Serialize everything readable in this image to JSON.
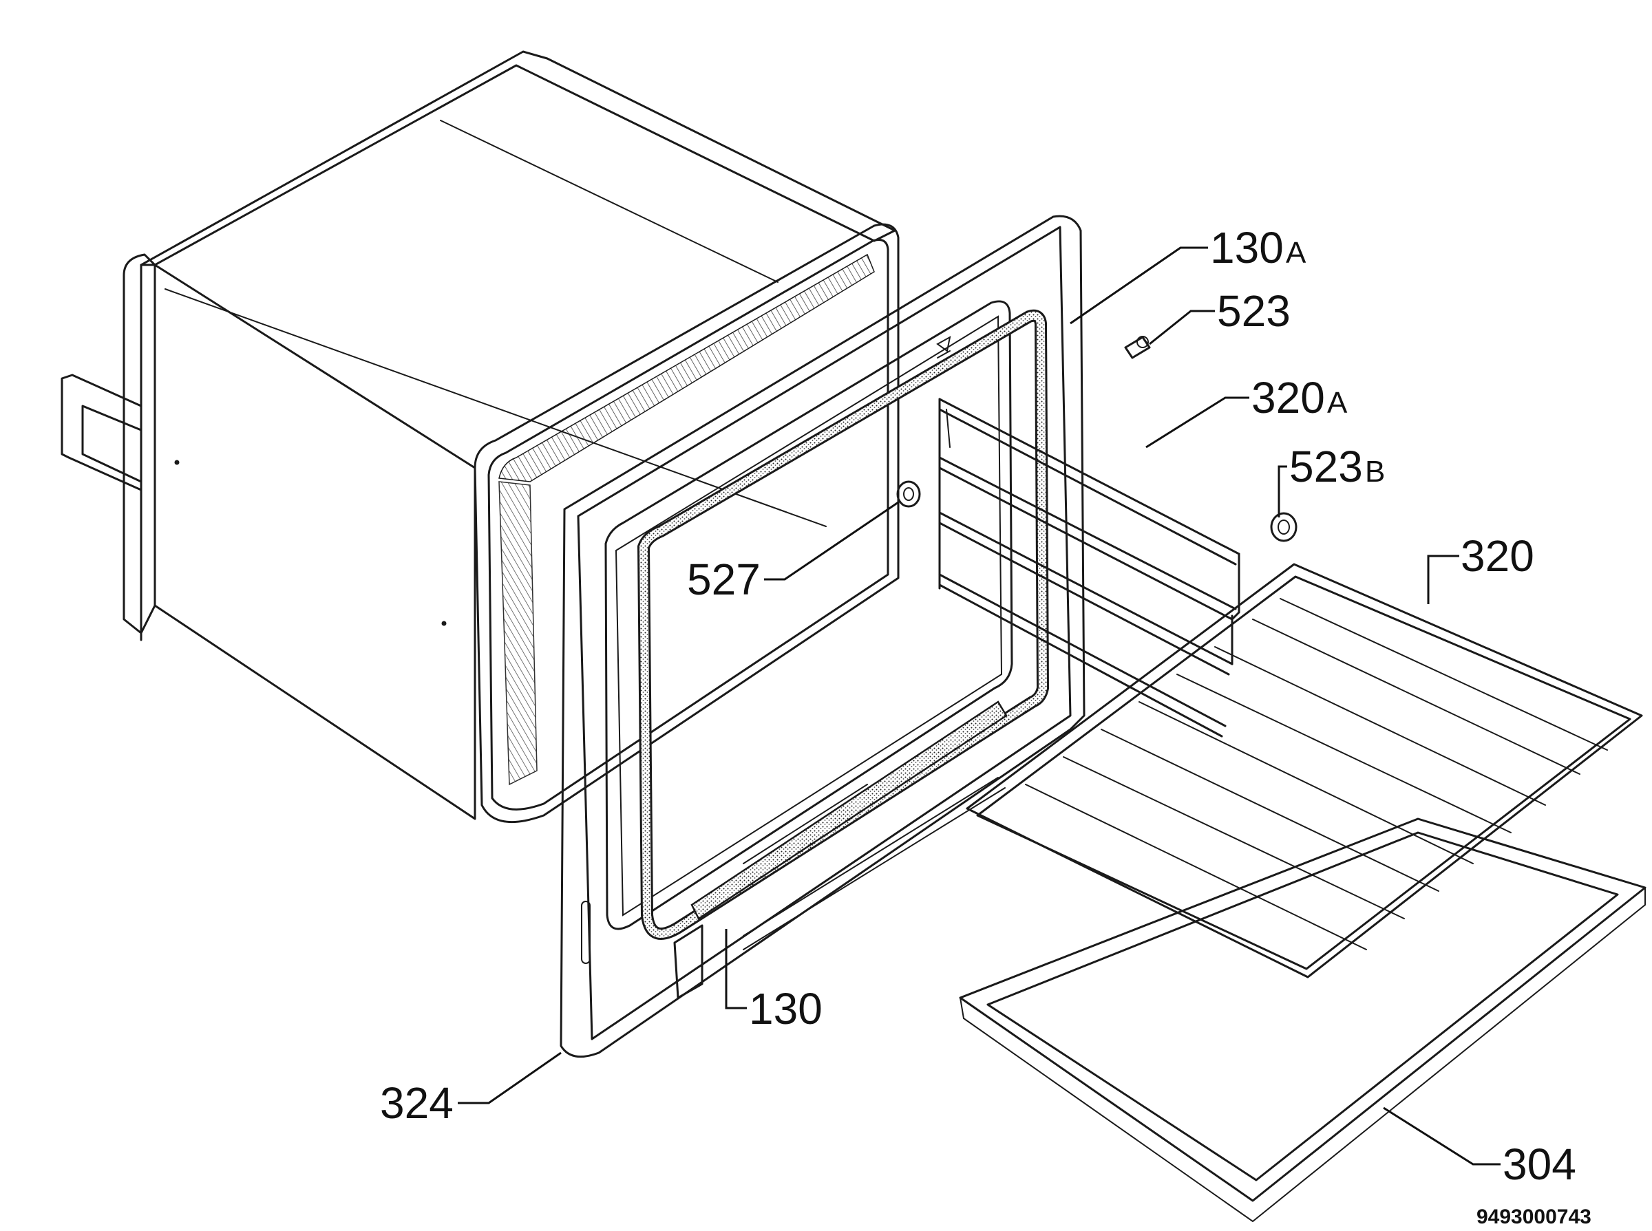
{
  "labels": {
    "p130A": {
      "num": "130",
      "suffix": "A"
    },
    "p523": {
      "num": "523",
      "suffix": ""
    },
    "p320A": {
      "num": "320",
      "suffix": "A"
    },
    "p523B": {
      "num": "523",
      "suffix": "B"
    },
    "p320": {
      "num": "320",
      "suffix": ""
    },
    "p527": {
      "num": "527",
      "suffix": ""
    },
    "p130": {
      "num": "130",
      "suffix": ""
    },
    "p324": {
      "num": "324",
      "suffix": ""
    },
    "p304": {
      "num": "304",
      "suffix": ""
    }
  },
  "document_number": "9493000743"
}
